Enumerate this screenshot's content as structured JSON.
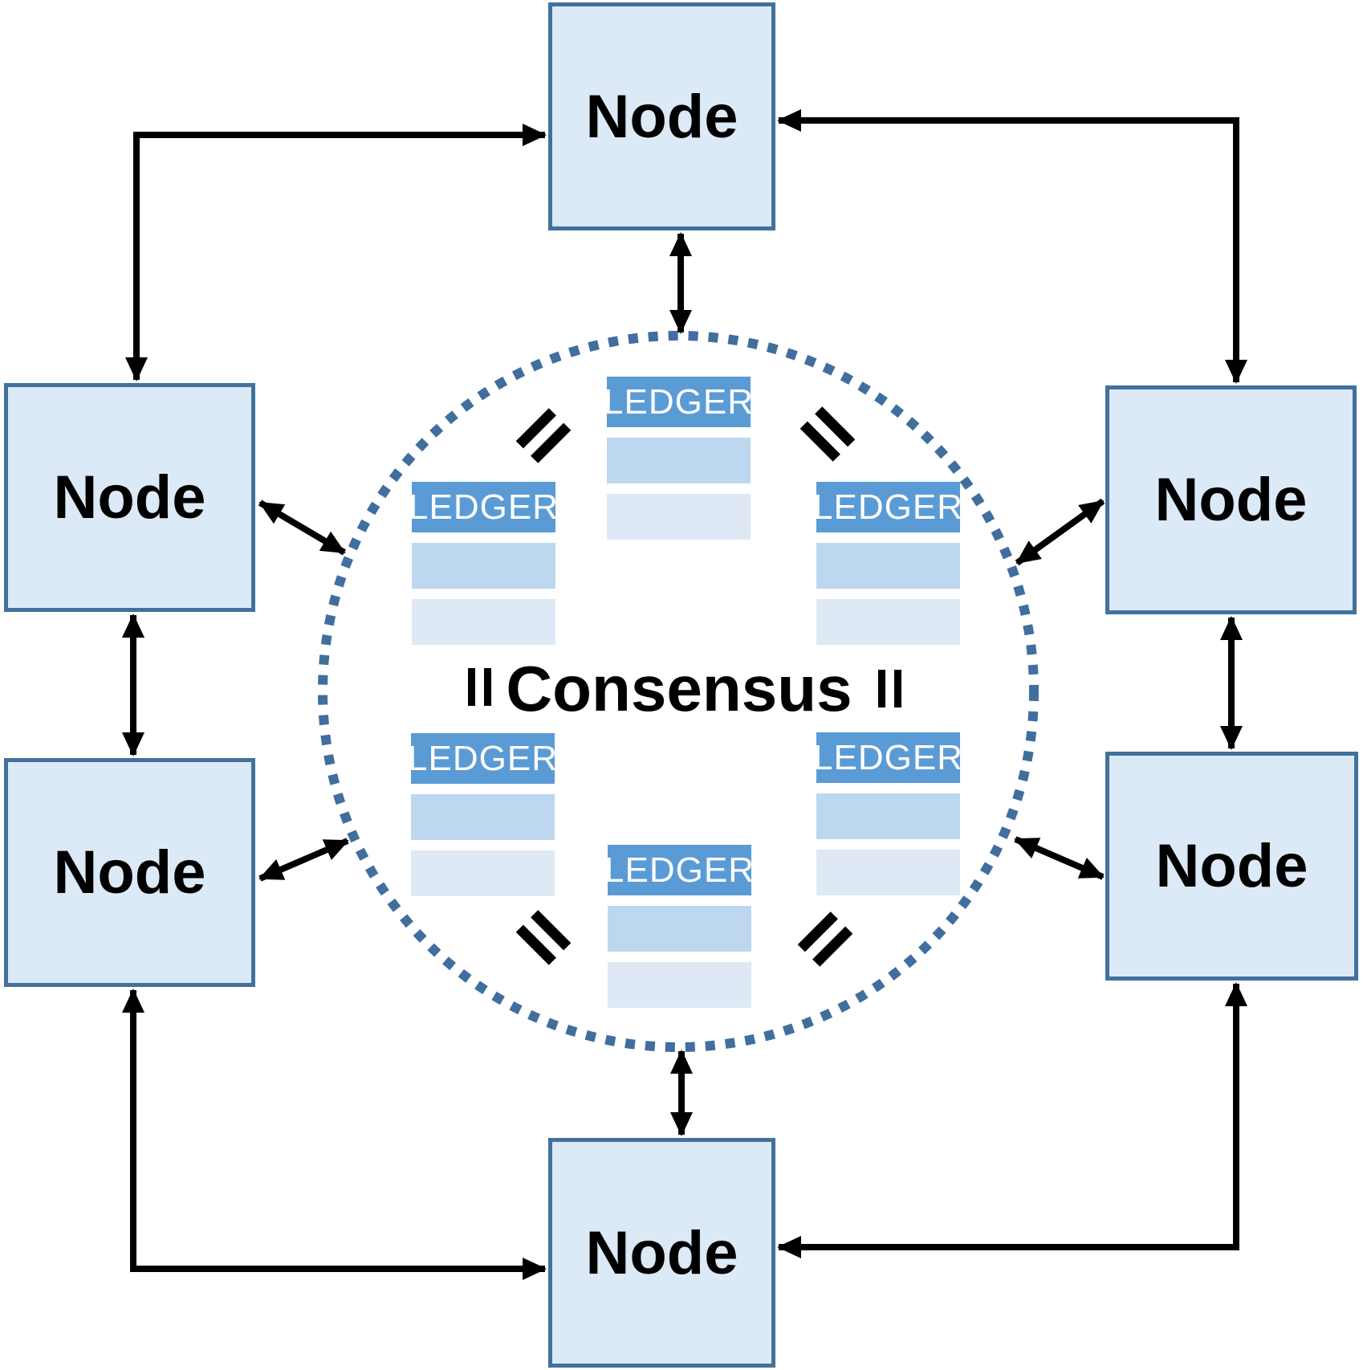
{
  "diagram": {
    "type": "peer-to-peer-consensus-network",
    "center_label": "Consensus",
    "colors": {
      "node_fill": "#dce9f6",
      "node_border": "#41719c",
      "ledger_header": "#5b9bd5",
      "ledger_row_1": "#bdd7ee",
      "ledger_row_2": "#dfe9f5",
      "circle_dots": "#406e9e",
      "arrow": "#000000"
    },
    "nodes": [
      {
        "id": "node-top",
        "label": "Node"
      },
      {
        "id": "node-left-upper",
        "label": "Node"
      },
      {
        "id": "node-right-upper",
        "label": "Node"
      },
      {
        "id": "node-left-lower",
        "label": "Node"
      },
      {
        "id": "node-right-lower",
        "label": "Node"
      },
      {
        "id": "node-bottom",
        "label": "Node"
      }
    ],
    "ledgers": [
      {
        "id": "ledger-top",
        "label": "LEDGER",
        "rows": 2
      },
      {
        "id": "ledger-left-upper",
        "label": "LEDGER",
        "rows": 2
      },
      {
        "id": "ledger-right-upper",
        "label": "LEDGER",
        "rows": 2
      },
      {
        "id": "ledger-left-lower",
        "label": "LEDGER",
        "rows": 2
      },
      {
        "id": "ledger-right-lower",
        "label": "LEDGER",
        "rows": 2
      },
      {
        "id": "ledger-bottom",
        "label": "LEDGER",
        "rows": 2
      }
    ],
    "equals_signs": [
      {
        "id": "equals-top-left",
        "symbol": "=",
        "orientation": "diagonal"
      },
      {
        "id": "equals-top-right",
        "symbol": "=",
        "orientation": "diagonal"
      },
      {
        "id": "equals-middle-left",
        "symbol": "=",
        "orientation": "vertical"
      },
      {
        "id": "equals-middle-right",
        "symbol": "=",
        "orientation": "vertical"
      },
      {
        "id": "equals-bottom-left",
        "symbol": "=",
        "orientation": "diagonal"
      },
      {
        "id": "equals-bottom-right",
        "symbol": "=",
        "orientation": "diagonal"
      }
    ],
    "connections": [
      {
        "from": "node-left-upper",
        "to": "node-top",
        "style": "right-angle",
        "bidirectional": false
      },
      {
        "from": "node-right-upper",
        "to": "node-top",
        "style": "right-angle",
        "bidirectional": false
      },
      {
        "from": "node-left-lower",
        "to": "node-bottom",
        "style": "right-angle",
        "bidirectional": false
      },
      {
        "from": "node-right-lower",
        "to": "node-bottom",
        "style": "right-angle",
        "bidirectional": false
      },
      {
        "from": "node-left-upper",
        "to": "node-left-lower",
        "style": "straight",
        "bidirectional": true
      },
      {
        "from": "node-right-upper",
        "to": "node-right-lower",
        "style": "straight",
        "bidirectional": true
      },
      {
        "from": "node-top",
        "to": "consensus-circle",
        "style": "straight",
        "bidirectional": true
      },
      {
        "from": "node-bottom",
        "to": "consensus-circle",
        "style": "straight",
        "bidirectional": true
      },
      {
        "from": "node-left-upper",
        "to": "consensus-circle",
        "style": "diagonal",
        "bidirectional": true
      },
      {
        "from": "node-right-upper",
        "to": "consensus-circle",
        "style": "diagonal",
        "bidirectional": true
      },
      {
        "from": "node-left-lower",
        "to": "consensus-circle",
        "style": "diagonal",
        "bidirectional": true
      },
      {
        "from": "node-right-lower",
        "to": "consensus-circle",
        "style": "diagonal",
        "bidirectional": true
      }
    ]
  }
}
